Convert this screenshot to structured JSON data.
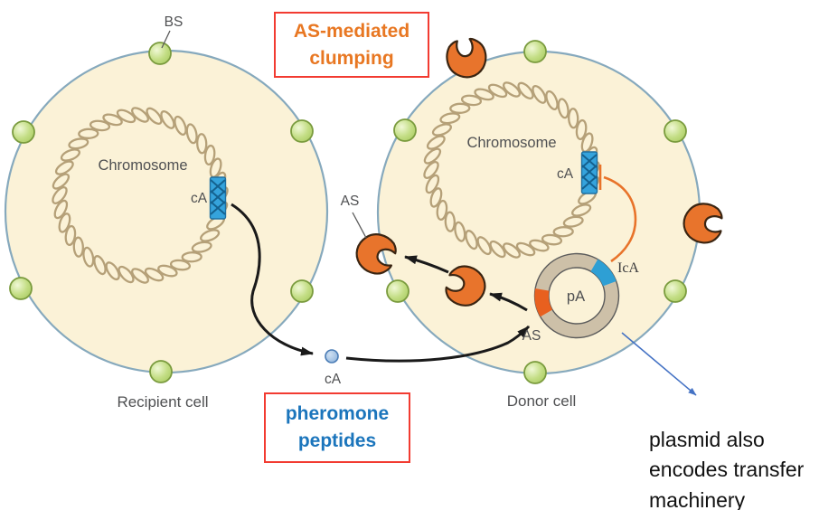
{
  "labels": {
    "bs": "BS",
    "chromosome": "Chromosome",
    "ca": "cA",
    "as": "AS",
    "ica": "IcA",
    "pa": "pA",
    "recipient_cell": "Recipient cell",
    "donor_cell": "Donor cell"
  },
  "callouts": {
    "clumping": {
      "line1": "AS-mediated",
      "line2": "clumping"
    },
    "pheromone": {
      "line1": "pheromone",
      "line2": "peptides"
    },
    "plasmid_note": {
      "line1": "plasmid also",
      "line2": "encodes transfer",
      "line3": "machinery"
    }
  },
  "colors": {
    "cell_fill": "#FBF2D7",
    "membrane": "#86A9BD",
    "chromosome_rope": "#B5A078",
    "bs_dot_green": "#C4DE86",
    "as_orange": "#E8742C",
    "ca_blue_segment": "#35A3DC",
    "plasmid_ring": "#CDC0A8",
    "pheromone_dot": "#8FB4DC",
    "callout_border_red": "#F23B31",
    "clumping_text_orange": "#E87722",
    "pheromone_text_blue": "#1B75BC",
    "note_arrow_blue": "#4472C4",
    "inhibition_orange": "#E8732A"
  }
}
